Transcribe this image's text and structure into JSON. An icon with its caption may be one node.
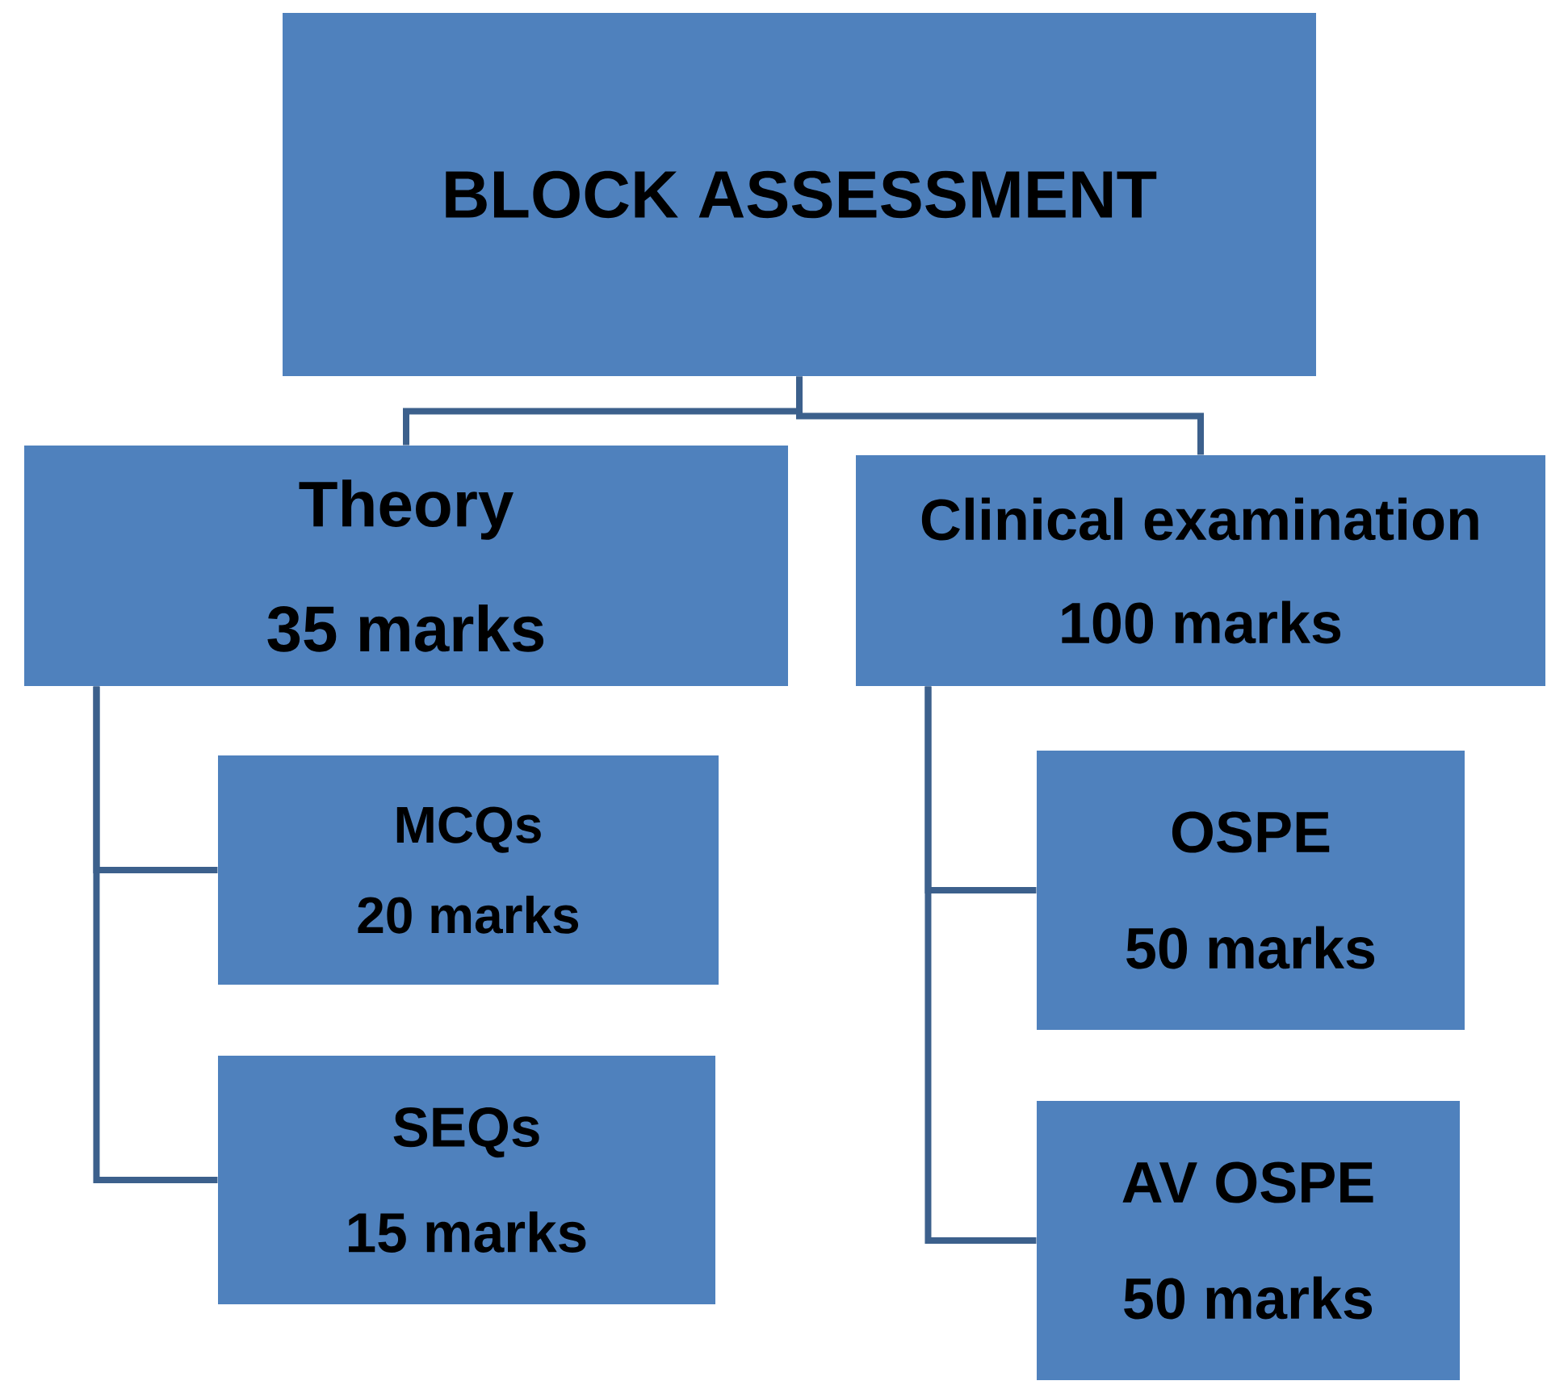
{
  "diagram": {
    "nodes": [
      {
        "text": [
          "BLOCK ASSESSMENT"
        ]
      },
      {
        "text": [
          "Theory",
          "35 marks"
        ]
      },
      {
        "text": [
          "Clinical examination",
          "100 marks"
        ]
      },
      {
        "text": [
          "MCQs",
          "20 marks"
        ]
      },
      {
        "text": [
          "SEQs",
          "15 marks"
        ]
      },
      {
        "text": [
          "OSPE",
          "50 marks"
        ]
      },
      {
        "text": [
          "AV OSPE",
          "50 marks"
        ]
      }
    ],
    "edges": [
      {
        "from": 0,
        "to": 1,
        "arrow": "none"
      },
      {
        "from": 0,
        "to": 2,
        "arrow": "none"
      },
      {
        "from": 1,
        "to": 3,
        "arrow": "none"
      },
      {
        "from": 1,
        "to": 4,
        "arrow": "none"
      },
      {
        "from": 2,
        "to": 5,
        "arrow": "none"
      },
      {
        "from": 2,
        "to": 6,
        "arrow": "none"
      }
    ]
  }
}
